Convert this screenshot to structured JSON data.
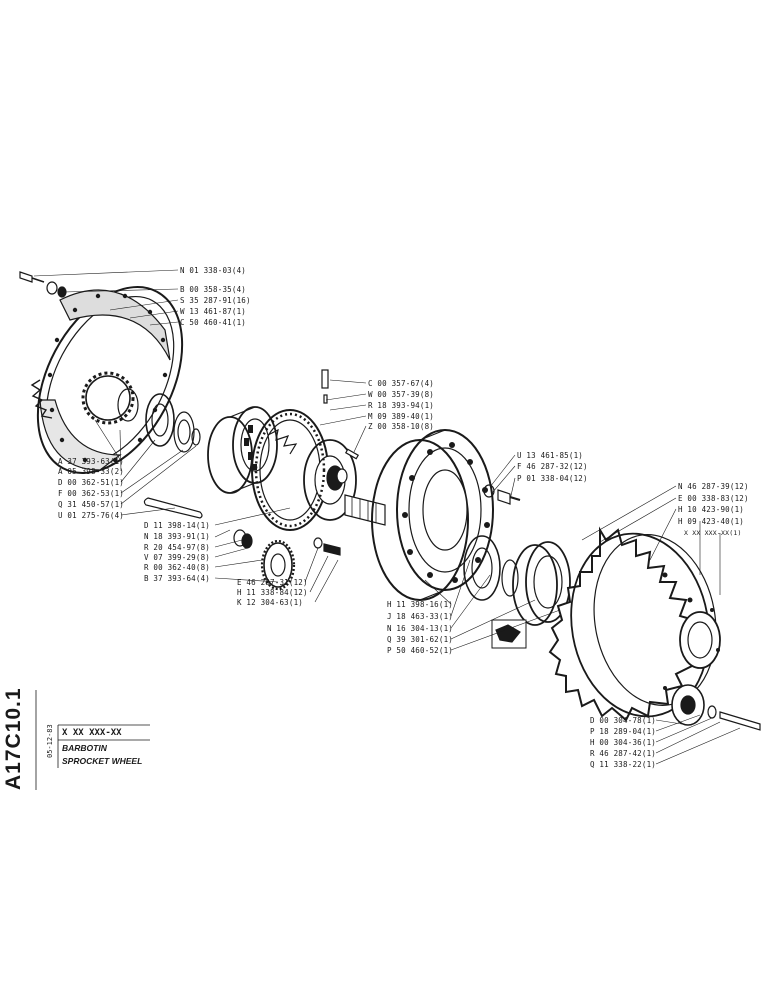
{
  "document": {
    "number": "A17C10.1",
    "date": "05-12-83",
    "part_ref": "X XX XXX-XX",
    "title_fr": "BARBOTIN",
    "title_en": "SPROCKET WHEEL"
  },
  "labels": {
    "l01": "N 01 338-03(4)",
    "l02": "B 00 358-35(4)",
    "l03": "S 35 287-91(16)",
    "l04": "W 13 461-87(1)",
    "l05": "C 50 460-41(1)",
    "l06": "A 37 393-63(1)",
    "l07": "A 05 398-33(2)",
    "l08": "D 00 362-51(1)",
    "l09": "F 00 362-53(1)",
    "l10": "Q 31 450-57(1)",
    "l11": "U 01 275-76(4)",
    "l12": "C 00 357-67(4)",
    "l13": "W 00 357-39(8)",
    "l14": "R 18 393-94(1)",
    "l15": "M 09 389-40(1)",
    "l16": "Z 00 358-10(8)",
    "l17": "U 13 461-85(1)",
    "l18": "F 46 287-32(12)",
    "l19": "P 01 338-04(12)",
    "l20": "N 46 287-39(12)",
    "l21": "E 00 338-83(12)",
    "l22": "H 10 423-90(1)",
    "l23": "H 09 423-40(1)",
    "l24": "X XX XXX-XX(1)",
    "l25": "D 11 398-14(1)",
    "l26": "N 18 393-91(1)",
    "l27": "R 20 454-97(8)",
    "l28": "V 07 399-29(8)",
    "l29": "R 00 362-40(8)",
    "l30": "B 37 393-64(4)",
    "l31": "E 46 287-31(12)",
    "l32": "H 11 338-84(12)",
    "l33": "K 12 304-63(1)",
    "l34": "H 11 398-16(1)",
    "l35": "J 18 463-33(1)",
    "l36": "N 16 304-13(1)",
    "l37": "Q 39 301-62(1)",
    "l38": "P 50 460-52(1)",
    "l39": "D 00 304-78(1)",
    "l40": "P 18 289-04(1)",
    "l41": "H 00 304-36(1)",
    "l42": "R 46 287-42(1)",
    "l43": "Q 11 338-22(1)"
  }
}
